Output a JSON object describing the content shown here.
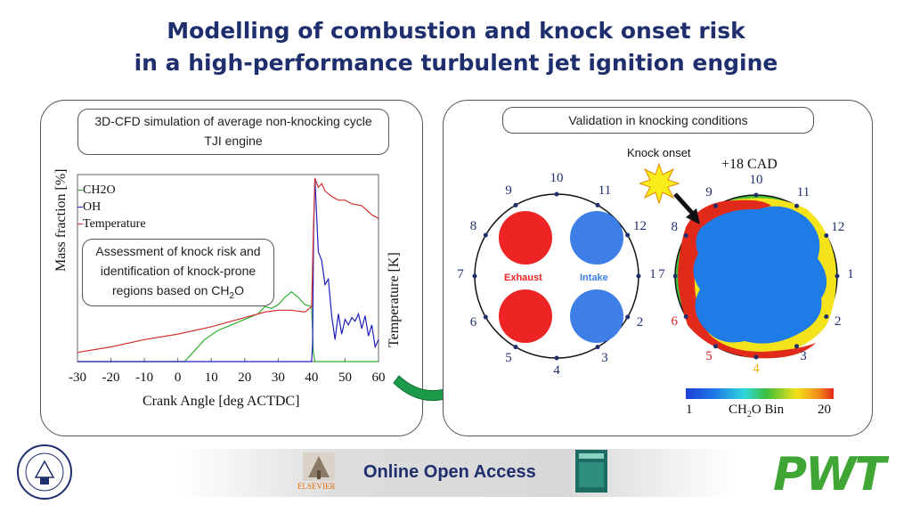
{
  "title": {
    "line1": "Modelling of combustion and knock onset risk",
    "line2": "in a high-performance turbulent jet ignition engine"
  },
  "left_panel": {
    "box_line1": "3D-CFD simulation of average non-knocking cycle",
    "box_line2": "TJI engine",
    "assess_line1": "Assessment of knock risk and",
    "assess_line2": "identification of knock-prone",
    "assess_line3": "regions based on CH",
    "assess_sub": "2",
    "assess_end": "O"
  },
  "chart_data": {
    "type": "line",
    "xlabel": "Crank Angle [deg ACTDC]",
    "ylabel_left": "Mass fraction [%]",
    "ylabel_right": "Temperature [K]",
    "xlim": [
      -30,
      60
    ],
    "xticks": [
      "-30",
      "-20",
      "-10",
      "0",
      "10",
      "20",
      "30",
      "40",
      "50",
      "60"
    ],
    "legend": [
      "CH2O",
      "OH",
      "Temperature"
    ],
    "series": [
      {
        "name": "CH2O",
        "color": "#2eae2e",
        "x": [
          -30,
          2,
          4,
          8,
          12,
          16,
          20,
          24,
          26,
          28,
          30,
          32,
          34,
          36,
          38,
          40,
          40.5,
          41,
          45,
          50,
          55,
          60
        ],
        "y": [
          0,
          0,
          0.04,
          0.12,
          0.17,
          0.2,
          0.23,
          0.26,
          0.3,
          0.29,
          0.31,
          0.35,
          0.38,
          0.35,
          0.31,
          0.3,
          0.05,
          0,
          0,
          0,
          0,
          0
        ]
      },
      {
        "name": "OH",
        "color": "#2020c0",
        "x": [
          -30,
          40,
          40.3,
          40.6,
          41,
          41.5,
          42,
          43,
          44,
          45,
          46,
          47,
          48,
          49,
          50,
          51,
          52,
          53,
          54,
          55,
          56,
          57,
          58,
          59,
          60
        ],
        "y": [
          0,
          0,
          0.1,
          0.7,
          1.0,
          0.8,
          0.6,
          0.55,
          0.42,
          0.45,
          0.25,
          0.12,
          0.26,
          0.15,
          0.23,
          0.2,
          0.24,
          0.22,
          0.26,
          0.18,
          0.25,
          0.14,
          0.2,
          0.08,
          0.12
        ]
      },
      {
        "name": "Temperature",
        "color": "#d03030",
        "x": [
          -30,
          -20,
          -10,
          0,
          10,
          20,
          26,
          30,
          34,
          38,
          40,
          40.5,
          41,
          42,
          43,
          44,
          46,
          48,
          50,
          52,
          55,
          58,
          60
        ],
        "y": [
          0.05,
          0.08,
          0.12,
          0.15,
          0.19,
          0.24,
          0.27,
          0.28,
          0.28,
          0.27,
          0.3,
          0.7,
          1.0,
          0.95,
          0.97,
          0.93,
          0.9,
          0.88,
          0.88,
          0.86,
          0.85,
          0.8,
          0.78
        ]
      }
    ]
  },
  "right_panel": {
    "box_title": "Validation in knocking conditions",
    "knock_onset": "Knock onset",
    "cad_label": "+18 CAD",
    "exhaust": "Exhaust",
    "intake": "Intake",
    "colorbar_min": "1",
    "colorbar_max": "20",
    "colorbar_label_pre": "CH",
    "colorbar_label_sub": "2",
    "colorbar_label_post": "O Bin",
    "clock_labels": [
      "1",
      "2",
      "3",
      "4",
      "5",
      "6",
      "7",
      "8",
      "9",
      "10",
      "11",
      "12"
    ]
  },
  "footer": {
    "open_access": "Online Open Access",
    "publisher": "ELSEVIER",
    "brand": "PWT"
  },
  "colors": {
    "title": "#1f2f6e",
    "exhaust": "#ee2424",
    "intake": "#3d7fe6",
    "arrow": "#1b9a4a",
    "pwt": "#3fa535"
  }
}
